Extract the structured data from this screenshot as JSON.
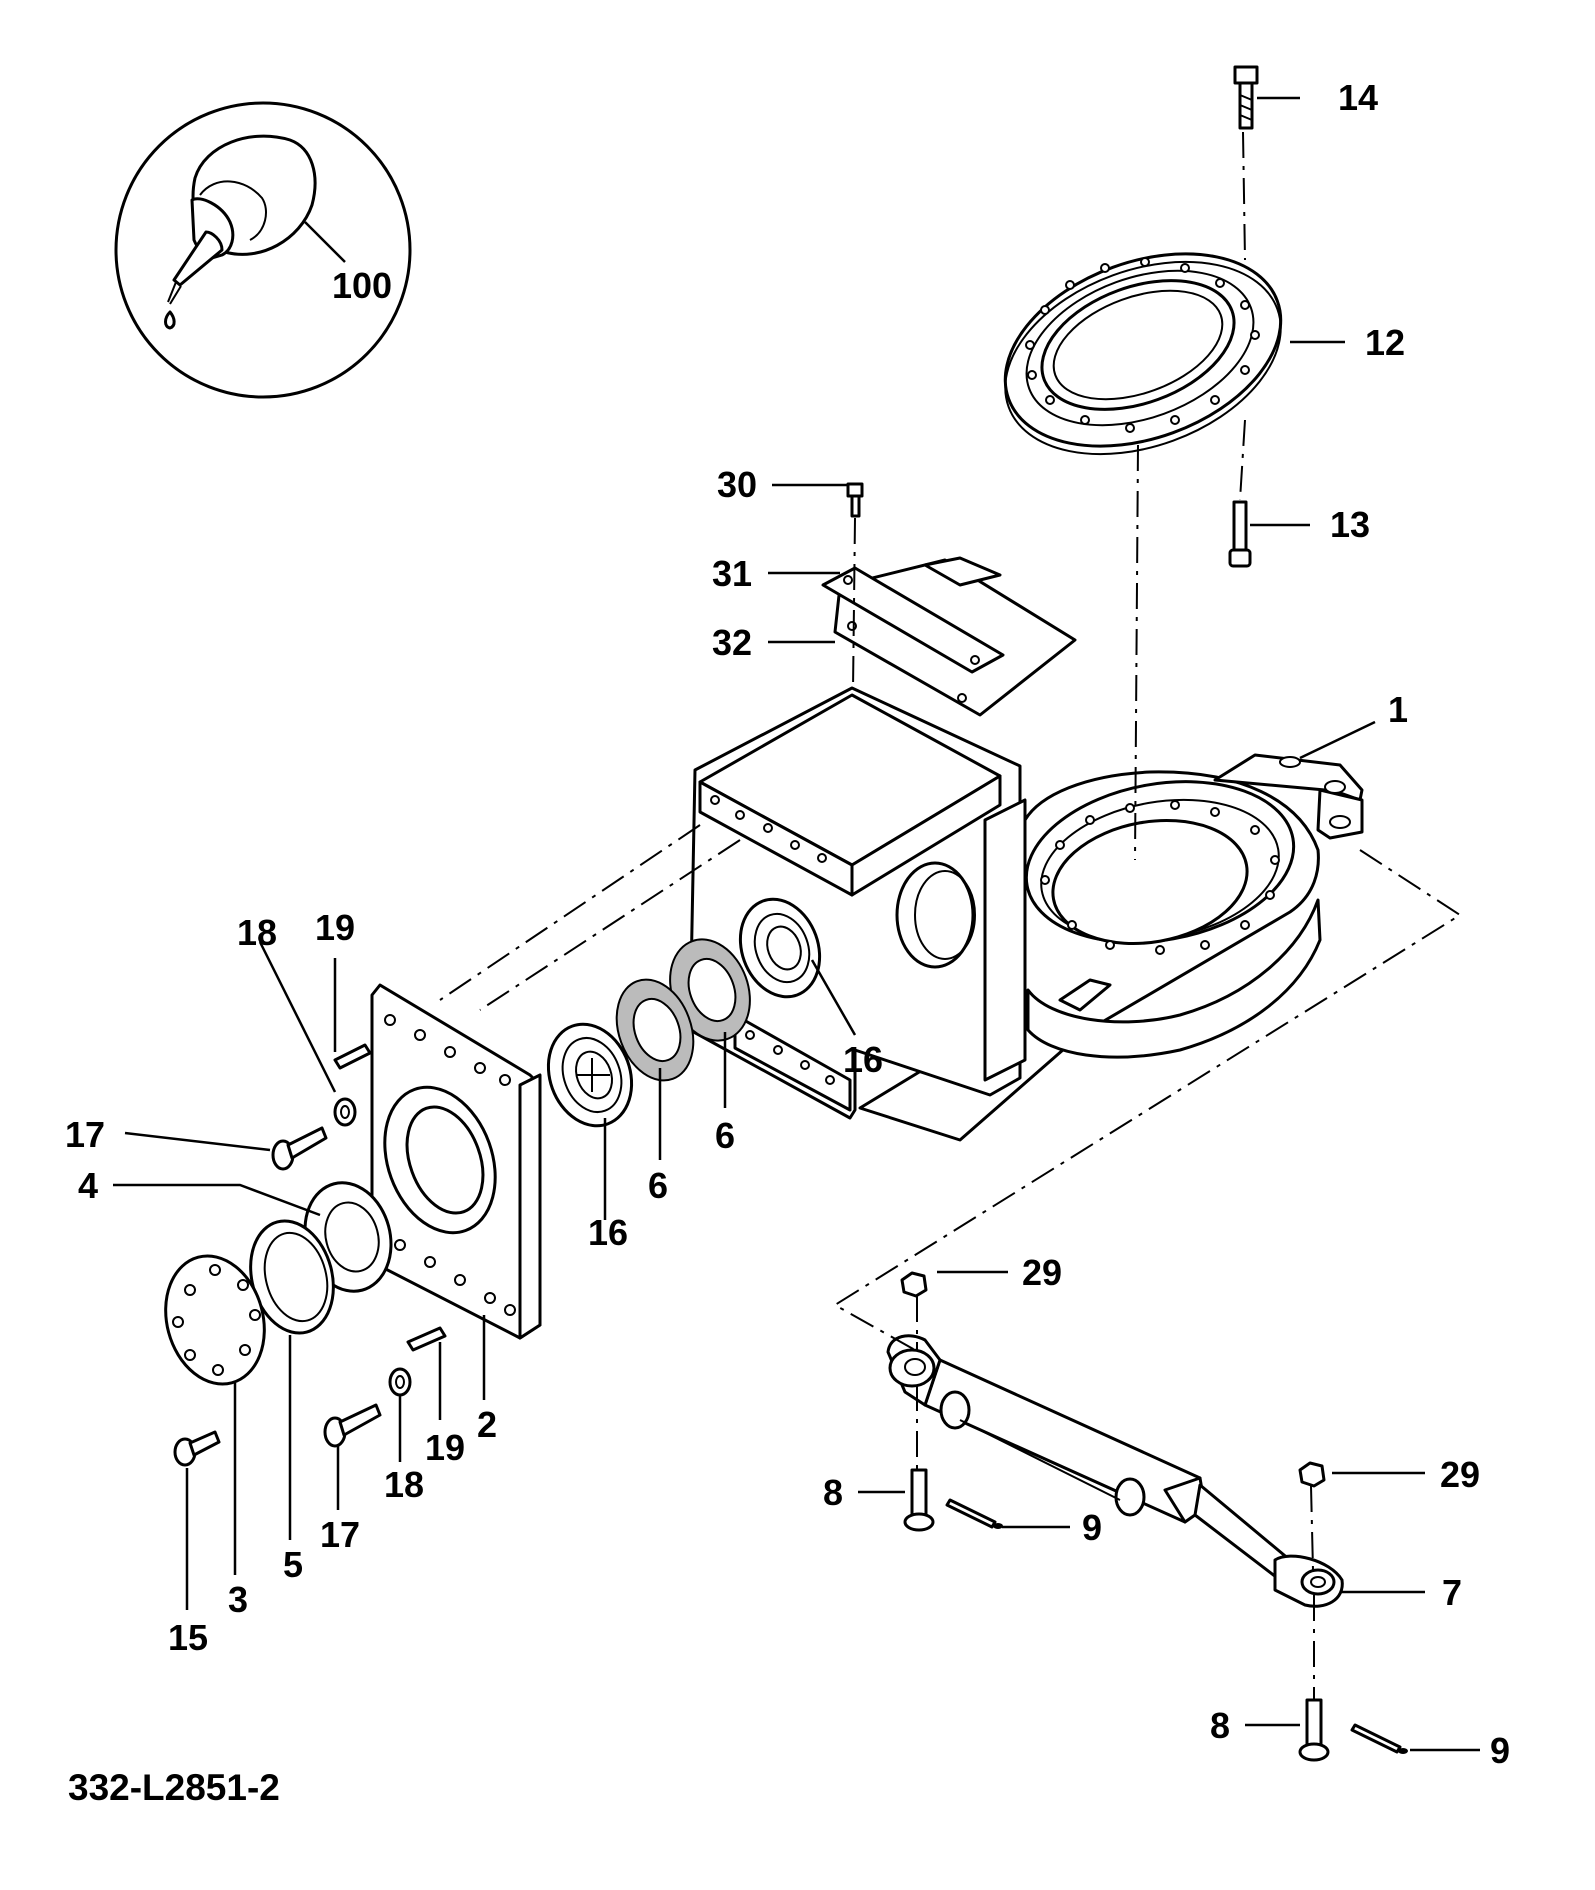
{
  "drawing_ref": "332-L2851-2",
  "callouts": {
    "c100": "100",
    "c14": "14",
    "c12": "12",
    "c13": "13",
    "c30": "30",
    "c31": "31",
    "c32": "32",
    "c1": "1",
    "c18a": "18",
    "c19a": "19",
    "c16a": "16",
    "c6a": "6",
    "c17a": "17",
    "c4": "4",
    "c6b": "6",
    "c16b": "16",
    "c29a": "29",
    "c2": "2",
    "c19b": "19",
    "c18b": "18",
    "c17b": "17",
    "c8a": "8",
    "c9a": "9",
    "c29b": "29",
    "c7": "7",
    "c15": "15",
    "c3": "3",
    "c5": "5",
    "c8b": "8",
    "c9b": "9"
  }
}
